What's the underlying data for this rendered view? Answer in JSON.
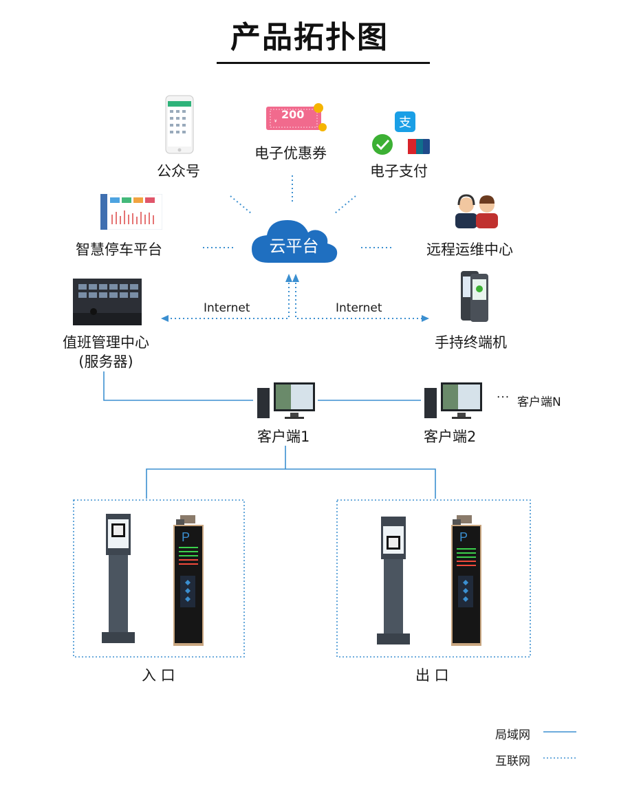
{
  "title": "产品拓扑图",
  "cloud_label": "云平台",
  "nodes": {
    "wechat_public": "公众号",
    "coupon": "电子优惠券",
    "coupon_amount": "200",
    "payment": "电子支付",
    "smart_platform": "智慧停车平台",
    "remote_ops": "远程运维中心",
    "duty_center_line1": "值班管理中心",
    "duty_center_line2": "(服务器)",
    "handheld": "手持终端机",
    "client1": "客户端1",
    "client2": "客户端2",
    "clientN": "客户端N",
    "entrance": "入 口",
    "exit": "出 口"
  },
  "links": {
    "internet_left": "Internet",
    "internet_right": "Internet"
  },
  "legend": {
    "lan": "局域网",
    "internet": "互联网",
    "lan_color": "#3b8fd0",
    "internet_color": "#3b8fd0"
  },
  "colors": {
    "accent": "#1f6fc0",
    "cloud": "#1f6fc0",
    "line": "#3b8fd0"
  }
}
